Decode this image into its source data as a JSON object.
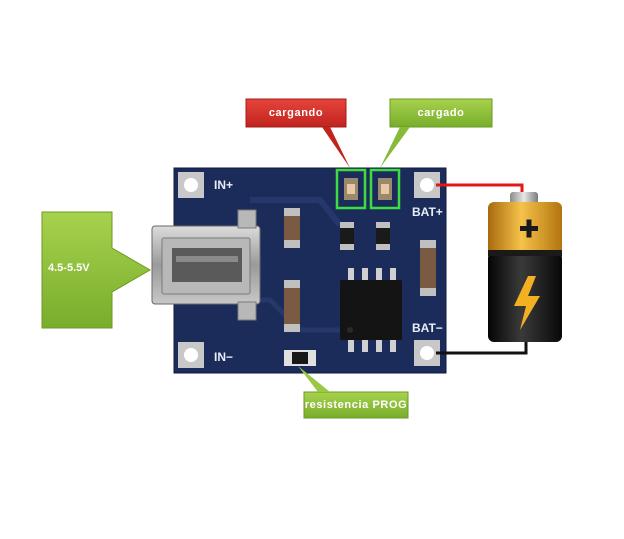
{
  "labels": {
    "charging": "cargando",
    "charged": "cargado",
    "input_voltage": "4.5-5.5V",
    "prog_resistor": "resistencia PROG"
  },
  "silkscreen": {
    "in_plus": "IN+",
    "in_minus": "IN−",
    "bat_plus": "BAT+",
    "bat_minus": "BAT−"
  },
  "colors": {
    "board": "#1c2c5a",
    "charging_label": "#d9332e",
    "charged_label": "#8fbf3a",
    "arrow_green": "#8ec43c",
    "led_box": "#3fdc3f",
    "wire_red": "#e01818",
    "wire_black": "#111111",
    "battery_gold": "#e9a21c"
  },
  "icons": {
    "battery": "battery-icon",
    "lightning": "lightning-icon",
    "usb": "mini-usb-connector-icon"
  }
}
